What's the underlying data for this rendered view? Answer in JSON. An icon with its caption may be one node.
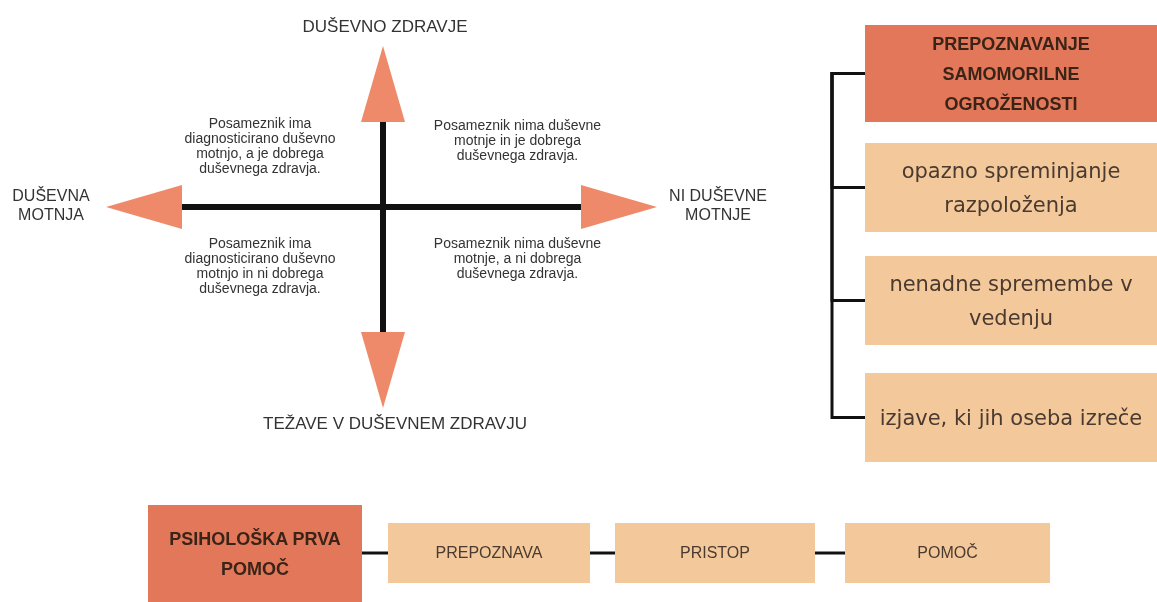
{
  "diagram": {
    "nodes": [
      {
        "text": [
          "DUŠEVNO ZDRAVJE"
        ]
      },
      {
        "text": [
          "TEŽAVE V DUŠEVNEM ZDRAVJU"
        ]
      },
      {
        "text": [
          "DUŠEVNA MOTNJA"
        ]
      },
      {
        "text": [
          "NI DUŠEVNE MOTNJE"
        ]
      },
      {
        "text": [
          "PREPOZNAVANJE SAMOMORILNE OGROŽENOSTI"
        ]
      },
      {
        "text": [
          "opazno spreminjanje razpoloženja"
        ]
      },
      {
        "text": [
          "nenadne spremembe v vedenju"
        ]
      },
      {
        "text": [
          "izjave, ki jih oseba izreče"
        ]
      },
      {
        "text": [
          "PSIHOLOŠKA PRVA POMOČ"
        ]
      },
      {
        "text": [
          "PREPOZNAVA"
        ]
      },
      {
        "text": [
          "PRISTOP"
        ]
      },
      {
        "text": [
          "POMOČ"
        ]
      }
    ],
    "edges": [
      {
        "from": null,
        "to": 0,
        "arrow": "to",
        "style": "thick"
      },
      {
        "from": null,
        "to": 1,
        "arrow": "to",
        "style": "thick"
      },
      {
        "from": null,
        "to": 2,
        "arrow": "to",
        "style": "thick"
      },
      {
        "from": null,
        "to": 3,
        "arrow": "to",
        "style": "thick"
      },
      {
        "from": 4,
        "to": 5,
        "arrow": "none"
      },
      {
        "from": 4,
        "to": 6,
        "arrow": "none"
      },
      {
        "from": 4,
        "to": 7,
        "arrow": "none"
      },
      {
        "from": 8,
        "to": 9,
        "arrow": "none"
      },
      {
        "from": 9,
        "to": 10,
        "arrow": "none"
      },
      {
        "from": 10,
        "to": 11,
        "arrow": "none"
      }
    ],
    "labels": [
      "Posameznik ima diagnosticirano duševno motnjo, a je dobrega duševnega zdravja.",
      "Posameznik nima duševne motnje in je dobrega duševnega zdravja.",
      "Posameznik ima diagnosticirano duševno motnjo in ni dobrega duševnega zdravja.",
      "Posameznik nima duševne motnje, a ni dobrega duševnega zdravja."
    ]
  }
}
